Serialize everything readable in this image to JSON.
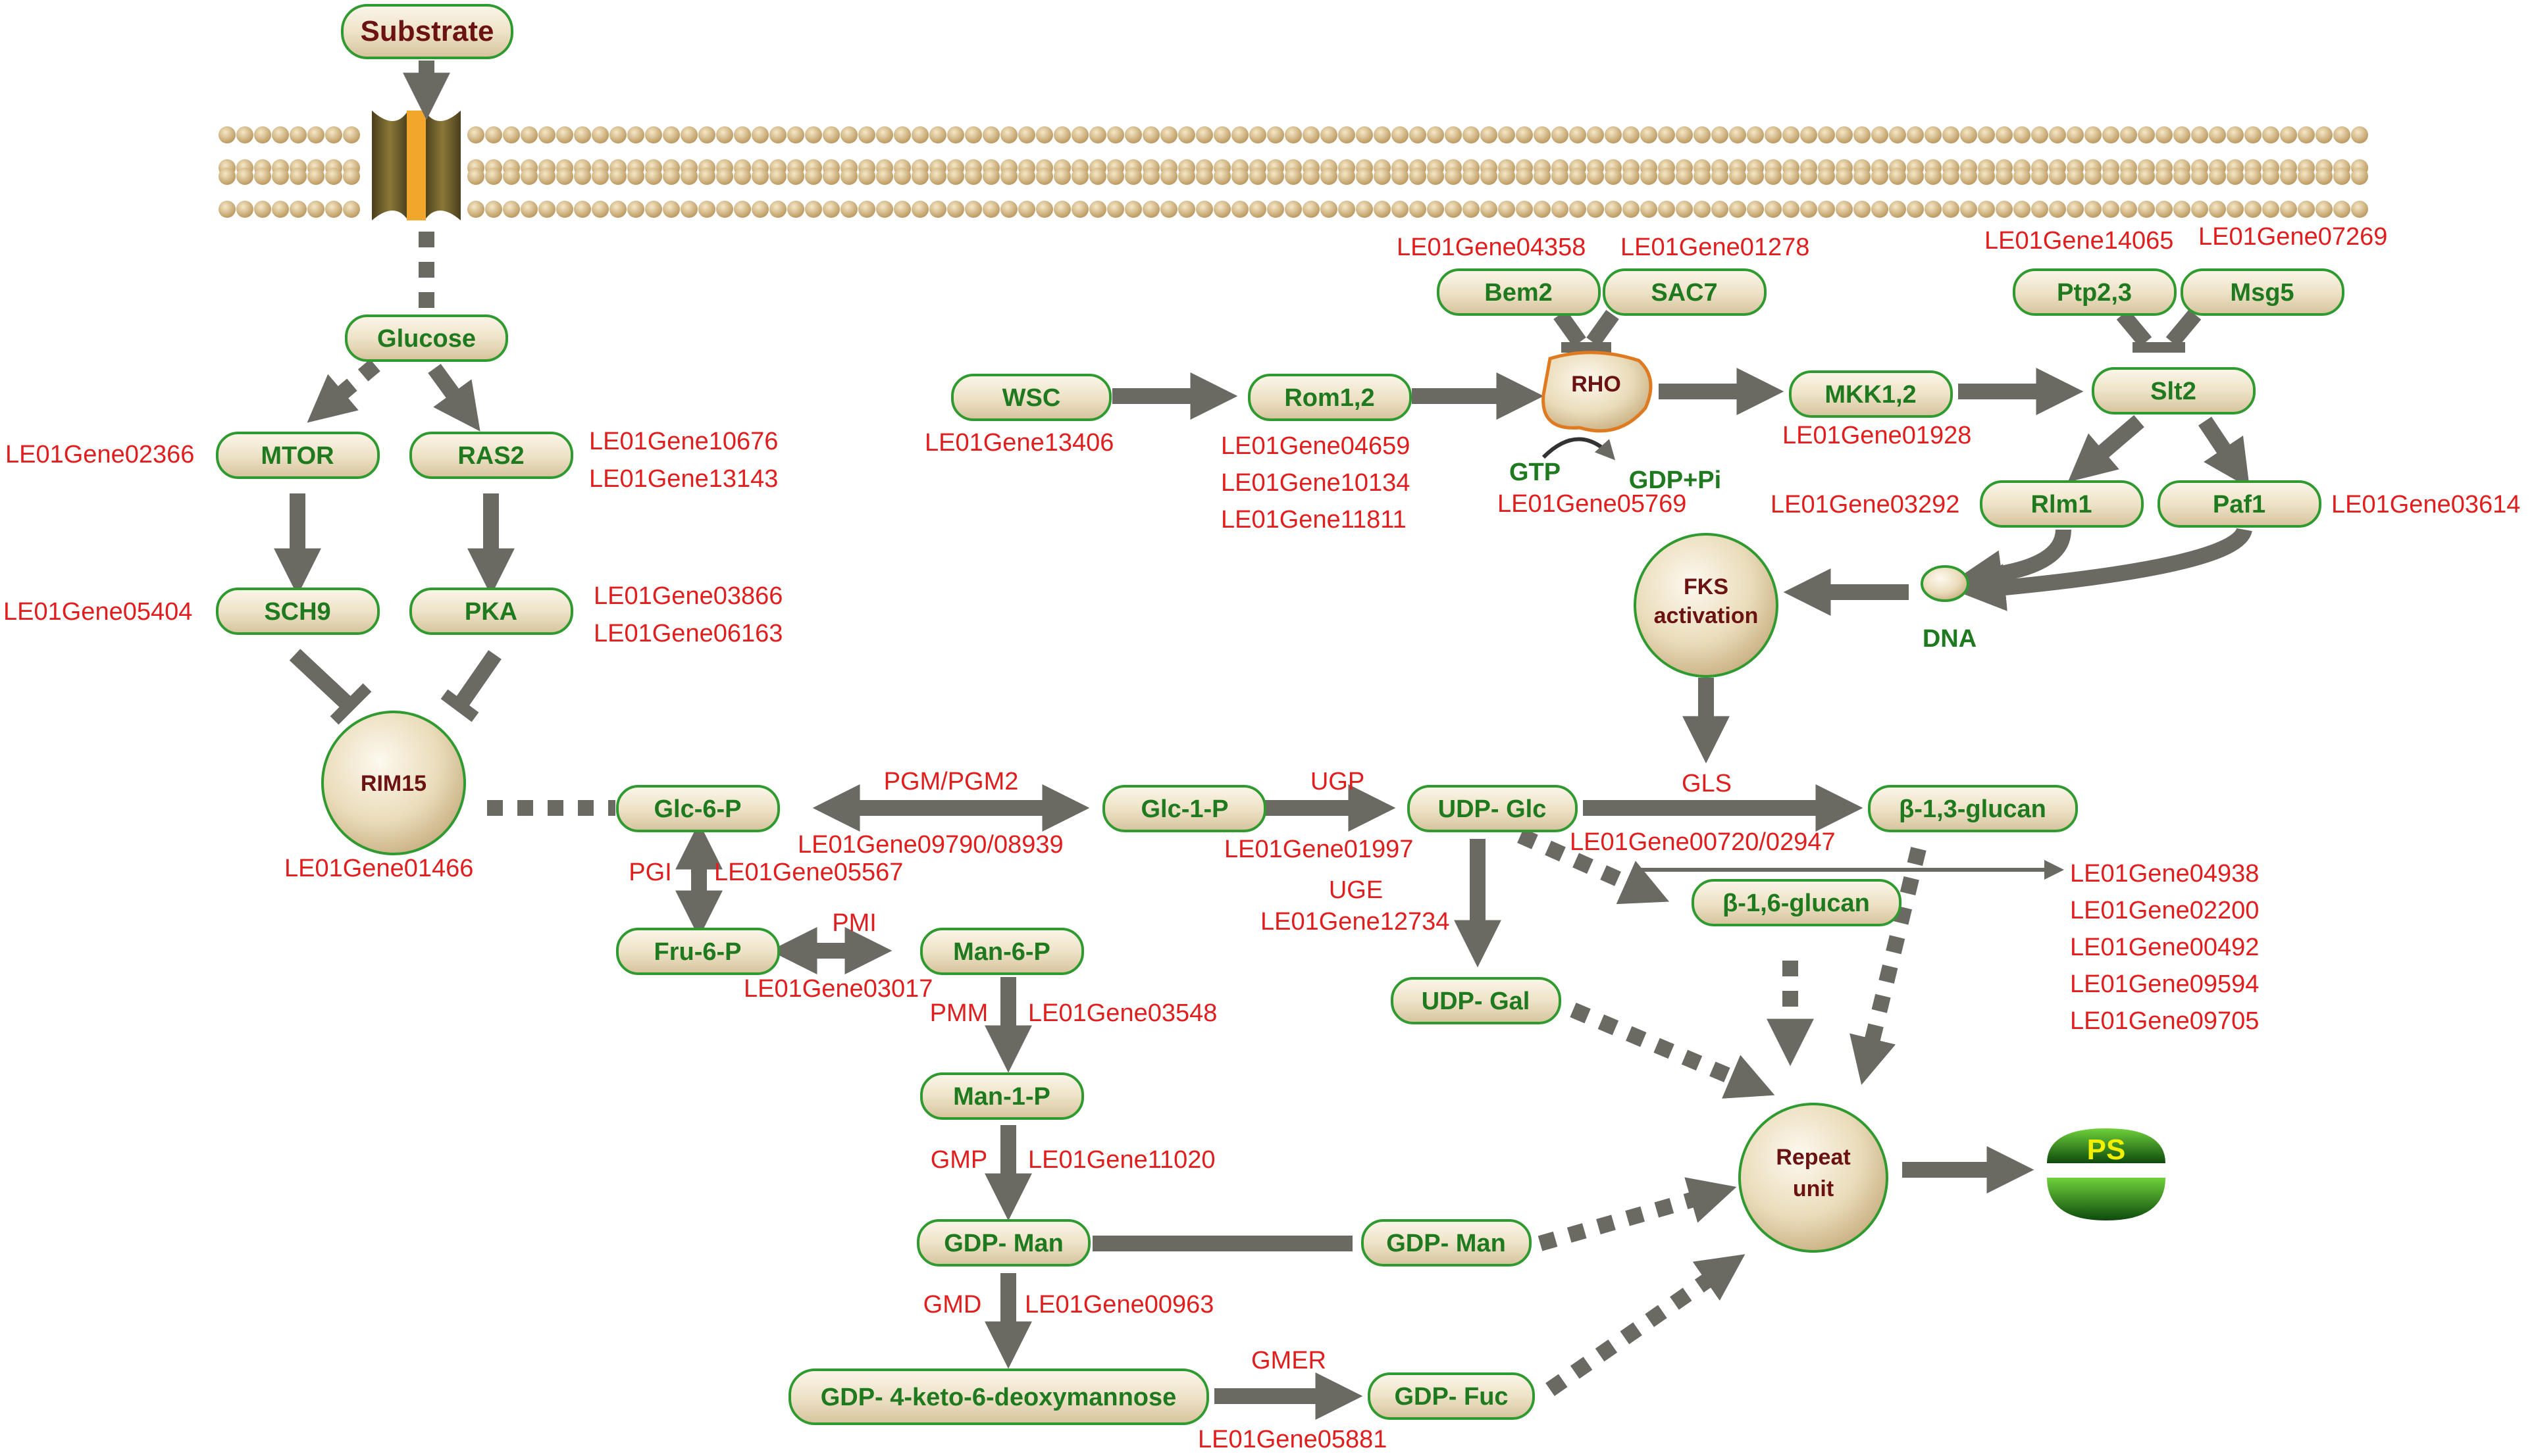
{
  "nodes": {
    "substrate": "Substrate",
    "glucose": "Glucose",
    "mtor": "MTOR",
    "ras2": "RAS2",
    "sch9": "SCH9",
    "pka": "PKA",
    "rim15": "RIM15",
    "wsc": "WSC",
    "rom12": "Rom1,2",
    "bem2": "Bem2",
    "sac7": "SAC7",
    "rho": "RHO",
    "gtp": "GTP",
    "gdppi": "GDP+Pi",
    "mkk12": "MKK1,2",
    "ptp23": "Ptp2,3",
    "msg5": "Msg5",
    "slt2": "Slt2",
    "rlm1": "Rlm1",
    "paf1": "Paf1",
    "dna": "DNA",
    "fks_line1": "FKS",
    "fks_line2": "activation",
    "glc6p": "Glc-6-P",
    "glc1p": "Glc-1-P",
    "udpglc": "UDP- Glc",
    "b13glucan": "β-1,3-glucan",
    "b16glucan": "β-1,6-glucan",
    "fru6p": "Fru-6-P",
    "man6p": "Man-6-P",
    "man1p": "Man-1-P",
    "udpgal": "UDP- Gal",
    "gdpman": "GDP- Man",
    "gdpman2": "GDP- Man",
    "gdpketo": "GDP- 4-keto-6-deoxymannose",
    "gdpfuc": "GDP- Fuc",
    "repeat_line1": "Repeat",
    "repeat_line2": "unit",
    "ps": "PS"
  },
  "enzymes": {
    "pgm": "PGM/PGM2",
    "ugp": "UGP",
    "gls": "GLS",
    "pgi": "PGI",
    "pmi": "PMI",
    "uge": "UGE",
    "pmm": "PMM",
    "gmp": "GMP",
    "gmd": "GMD",
    "gmer": "GMER"
  },
  "genes": {
    "mtor": "LE01Gene02366",
    "ras2_a": "LE01Gene10676",
    "ras2_b": "LE01Gene13143",
    "sch9": "LE01Gene05404",
    "pka_a": "LE01Gene03866",
    "pka_b": "LE01Gene06163",
    "rim15": "LE01Gene01466",
    "bem2": "LE01Gene04358",
    "sac7": "LE01Gene01278",
    "ptp23": "LE01Gene14065",
    "msg5": "LE01Gene07269",
    "wsc": "LE01Gene13406",
    "rom_a": "LE01Gene04659",
    "rom_b": "LE01Gene10134",
    "rom_c": "LE01Gene11811",
    "rho": "LE01Gene05769",
    "mkk": "LE01Gene01928",
    "rlm1": "LE01Gene03292",
    "paf1": "LE01Gene03614",
    "pgm": "LE01Gene09790/08939",
    "pgi": "LE01Gene05567",
    "ugp": "LE01Gene01997",
    "gls": "LE01Gene00720/02947",
    "pmi": "LE01Gene03017",
    "uge": "LE01Gene12734",
    "b16_a": "LE01Gene04938",
    "b16_b": "LE01Gene02200",
    "b16_c": "LE01Gene00492",
    "b16_d": "LE01Gene09594",
    "b16_e": "LE01Gene09705",
    "pmm": "LE01Gene03548",
    "gmp": "LE01Gene11020",
    "gmd": "LE01Gene00963",
    "gmer": "LE01Gene05881"
  },
  "colors": {
    "gene_text": "#e01e1e",
    "node_text": "#1f7a1f",
    "node_border": "#2f9a2f",
    "node_fill": "#efe6cf",
    "arrow": "#6a6a63",
    "membrane": "#d9c08a",
    "rho_border": "#e07a20"
  }
}
